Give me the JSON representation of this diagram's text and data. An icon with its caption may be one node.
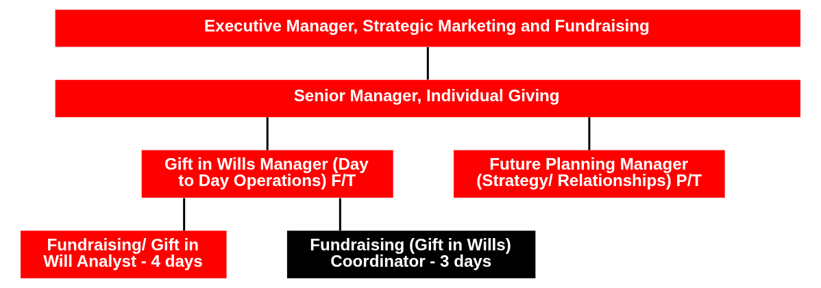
{
  "diagram": {
    "nodes": [
      {
        "text": [
          "Executive Manager, Strategic Marketing and Fundraising"
        ]
      },
      {
        "text": [
          "Senior Manager, Individual Giving"
        ]
      },
      {
        "text": [
          "Gift in Wills Manager (Day to Day Operations) F/T"
        ]
      },
      {
        "text": [
          "Future Planning Manager (Strategy/ Relationships) P/T"
        ]
      },
      {
        "text": [
          "Fundraising/ Gift in Will Analyst - 4 days"
        ]
      },
      {
        "text": [
          "Fundraising (Gift in Wills) Coordinator - 3 days"
        ]
      }
    ],
    "edges": [
      {
        "from": 0,
        "to": 1,
        "arrow": "none"
      },
      {
        "from": 1,
        "to": 2,
        "arrow": "none"
      },
      {
        "from": 1,
        "to": 3,
        "arrow": "none"
      },
      {
        "from": 2,
        "to": 4,
        "arrow": "none"
      },
      {
        "from": 2,
        "to": 5,
        "arrow": "none"
      }
    ]
  }
}
